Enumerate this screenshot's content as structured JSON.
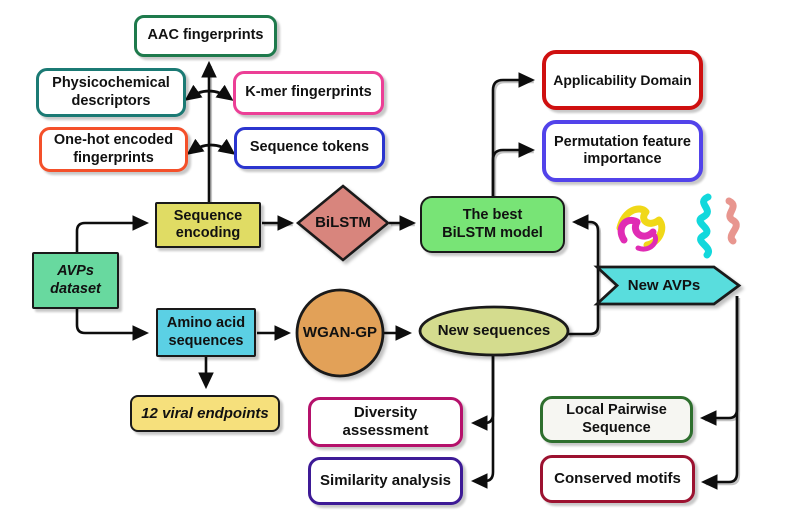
{
  "figure": {
    "title": "AVP discovery workflow diagram",
    "nodes": {
      "aac_fingerprints": {
        "label": "AAC fingerprints",
        "border_color": "#1e7a4c"
      },
      "physicochemical": {
        "label": "Physicochemical descriptors",
        "border_color": "#1b7a74"
      },
      "kmer_fingerprints": {
        "label": "K-mer fingerprints",
        "border_color": "#ec3f96"
      },
      "one_hot": {
        "label": "One-hot encoded fingerprints",
        "border_color": "#f4502a"
      },
      "sequence_tokens": {
        "label": "Sequence tokens",
        "border_color": "#2b35cf"
      },
      "sequence_encoding": {
        "label": "Sequence encoding",
        "fill_color": "#e0dc64"
      },
      "avps_dataset": {
        "label": "AVPs dataset",
        "fill_color": "#68d99f"
      },
      "amino_acid": {
        "label": "Amino acid sequences",
        "fill_color": "#5bd0e4"
      },
      "bilstm": {
        "label": "BiLSTM",
        "fill_color": "#d8857d"
      },
      "wgan_gp": {
        "label": "WGAN-GP",
        "fill_color": "#e2a158"
      },
      "best_model": {
        "label": "The best BiLSTM model",
        "fill_color": "#78e476"
      },
      "applicability": {
        "label": "Applicability Domain",
        "border_color": "#cf1010"
      },
      "permutation": {
        "label": "Permutation feature importance",
        "border_color": "#5243ea"
      },
      "new_avps": {
        "label": "New AVPs",
        "fill_color": "#59dddd"
      },
      "new_sequences": {
        "label": "New sequences",
        "fill_color": "#d4dc8e"
      },
      "viral_endpoints": {
        "label": "12 viral endpoints",
        "fill_color": "#f6e07c"
      },
      "diversity": {
        "label": "Diversity assessment",
        "border_color": "#b5116b"
      },
      "similarity": {
        "label": "Similarity analysis",
        "border_color": "#3d1a96"
      },
      "local_pairwise": {
        "label": "Local Pairwise Sequence",
        "border_color": "#2e6f2e"
      },
      "conserved_motifs": {
        "label": "Conserved motifs",
        "border_color": "#9c1230"
      }
    },
    "icons": {
      "protein_left": "protein-ribbon-magenta-yellow",
      "protein_right": "protein-ribbon-cyan-salmon"
    }
  }
}
